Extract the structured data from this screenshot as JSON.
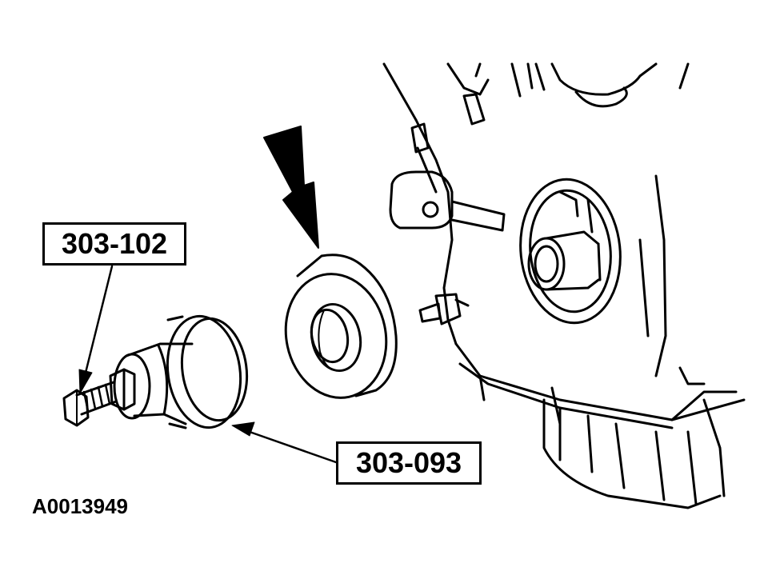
{
  "callouts": {
    "tool_bolt": "303-102",
    "tool_installer": "303-093"
  },
  "figure_id": "A0013949",
  "colors": {
    "ink": "#000000",
    "paper": "#ffffff"
  },
  "icons": {
    "direction_arrow": "down-arrow-icon"
  }
}
